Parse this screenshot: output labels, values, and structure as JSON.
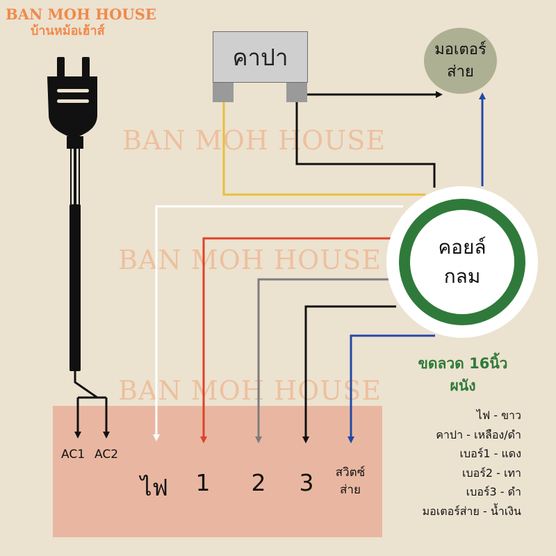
{
  "brand": {
    "name": "BAN MOH HOUSE",
    "thai_name": "บ้านหม้อเฮ้าส์"
  },
  "watermark": {
    "text": "BAN MOH HOUSE"
  },
  "capacitor": {
    "label": "คาปา"
  },
  "motor": {
    "line1": "มอเตอร์",
    "line2": "ส่าย"
  },
  "coil": {
    "line1": "คอยล์",
    "line2": "กลม"
  },
  "plug": {
    "ac1": "AC1",
    "ac2": "AC2"
  },
  "terminals": {
    "fai": "ไฟ",
    "t1": "1",
    "t2": "2",
    "t3": "3",
    "sw_line1": "สวิตซ์",
    "sw_line2": "ส่าย"
  },
  "wire_info": {
    "line1": "ขดลวด 16นิ้ว",
    "line2": "ผนัง"
  },
  "legend": [
    "ไฟ - ขาว",
    "คาปา - เหลือง/ดำ",
    "เบอร์1 - แดง",
    "เบอร์2 - เทา",
    "เบอร์3 - ดำ",
    "มอเตอร์ส่าย - น้ำเงิน"
  ],
  "colors": {
    "background": "#ece2d0",
    "brand": "#f08a4b",
    "coil_ring": "#2f7a3a",
    "terminal_box": "#e9b7a1",
    "wire_white": "#ffffff",
    "wire_red": "#e0402a",
    "wire_gray": "#7d7d7d",
    "wire_black": "#111111",
    "wire_blue": "#2448a6",
    "wire_yellow": "#e6c03a"
  }
}
